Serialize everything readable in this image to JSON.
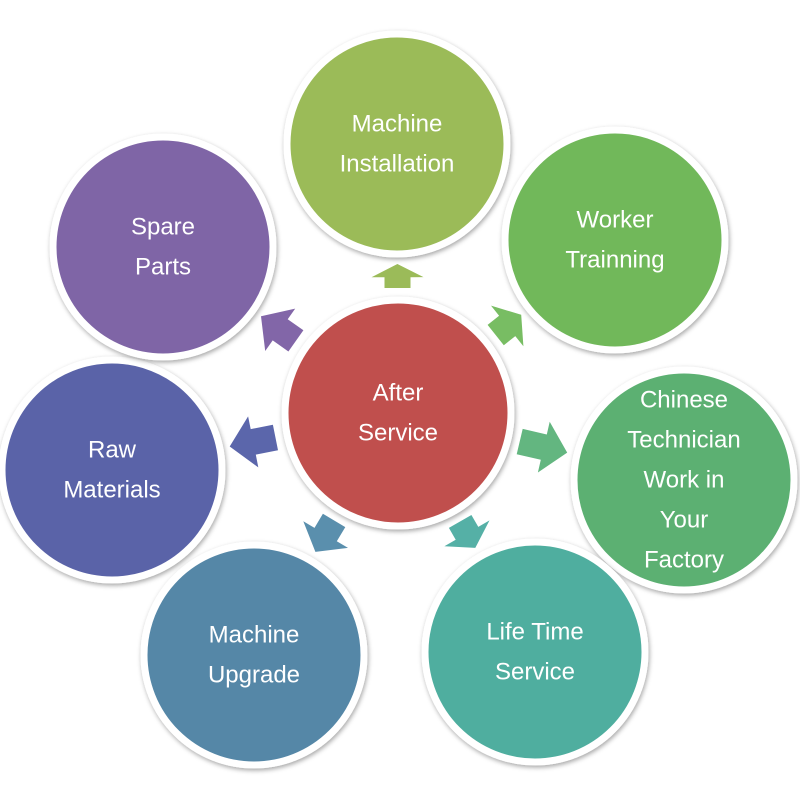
{
  "diagram": {
    "center": {
      "lines": [
        "After",
        "Service"
      ],
      "color": "#c0504d"
    },
    "nodes": [
      {
        "id": "machine-installation",
        "lines": [
          "Machine",
          "Installation"
        ],
        "color": "#9bbb59"
      },
      {
        "id": "worker-trainning",
        "lines": [
          "Worker",
          "Trainning"
        ],
        "color": "#71b85a"
      },
      {
        "id": "chinese-technician",
        "lines": [
          "Chinese",
          "Technician",
          "Work  in",
          "Your",
          "Factory"
        ],
        "color": "#5bb072"
      },
      {
        "id": "life-time-service",
        "lines": [
          "Life  Time",
          "Service"
        ],
        "color": "#4fae9f"
      },
      {
        "id": "machine-upgrade",
        "lines": [
          "Machine",
          "Upgrade"
        ],
        "color": "#5587a7"
      },
      {
        "id": "raw-materials",
        "lines": [
          "Raw",
          "Materials"
        ],
        "color": "#5a64a8"
      },
      {
        "id": "spare-parts",
        "lines": [
          "Spare",
          "Parts"
        ],
        "color": "#7f65a6"
      }
    ],
    "arrow_colors": [
      "#9bbb59",
      "#78bd63",
      "#63b680",
      "#55b0a6",
      "#5a8fad",
      "#5b66ab",
      "#8266a8"
    ]
  }
}
